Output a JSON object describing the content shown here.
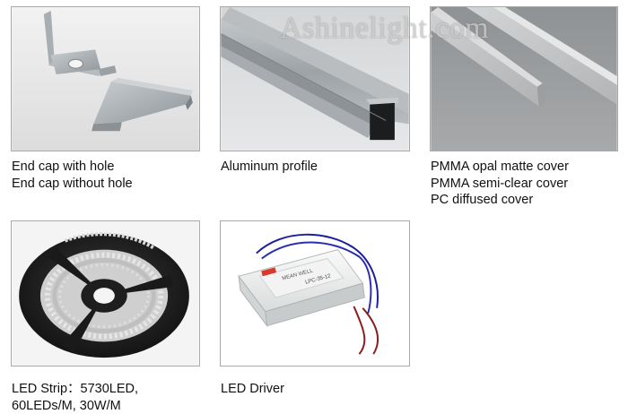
{
  "watermark": "Ashinelight.com",
  "products": [
    {
      "lines": [
        "End cap with hole",
        "End cap without hole"
      ]
    },
    {
      "lines": [
        "Aluminum profile"
      ]
    },
    {
      "lines": [
        "PMMA opal matte cover",
        "PMMA semi-clear cover",
        "PC diffused cover"
      ]
    },
    {
      "lines": [
        "LED Strip：5730LED,",
        "60LEDs/M,   30W/M"
      ]
    },
    {
      "lines": [
        "LED Driver"
      ]
    }
  ],
  "driver_label": {
    "brand": "MEAN WELL",
    "model": "LPC-35-12"
  }
}
